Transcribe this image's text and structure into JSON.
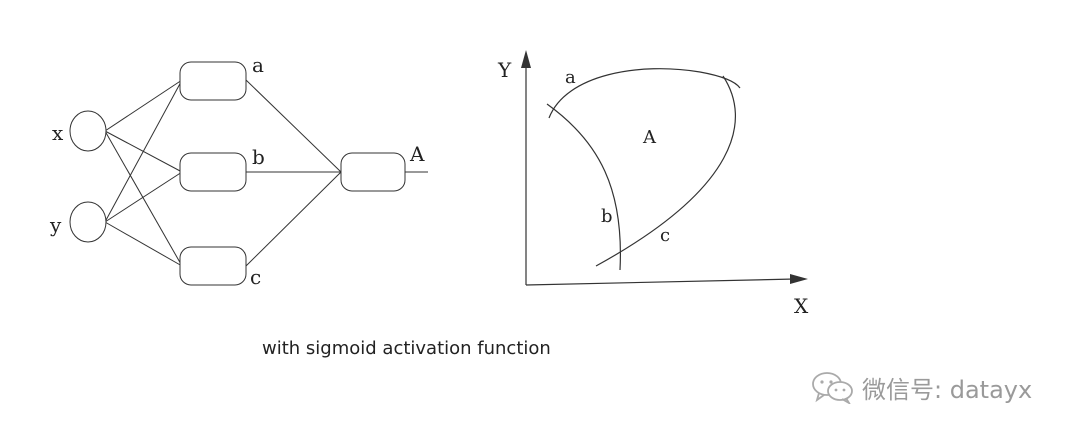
{
  "network": {
    "inputs": [
      "x",
      "y"
    ],
    "hidden": [
      "a",
      "b",
      "c"
    ],
    "output": "A"
  },
  "region_plot": {
    "x_axis_label": "X",
    "y_axis_label": "Y",
    "curve_labels": [
      "a",
      "b",
      "c"
    ],
    "region_label": "A"
  },
  "caption": "with sigmoid activation function",
  "watermark": {
    "text": "微信号: datayx",
    "icon": "wechat-icon"
  }
}
